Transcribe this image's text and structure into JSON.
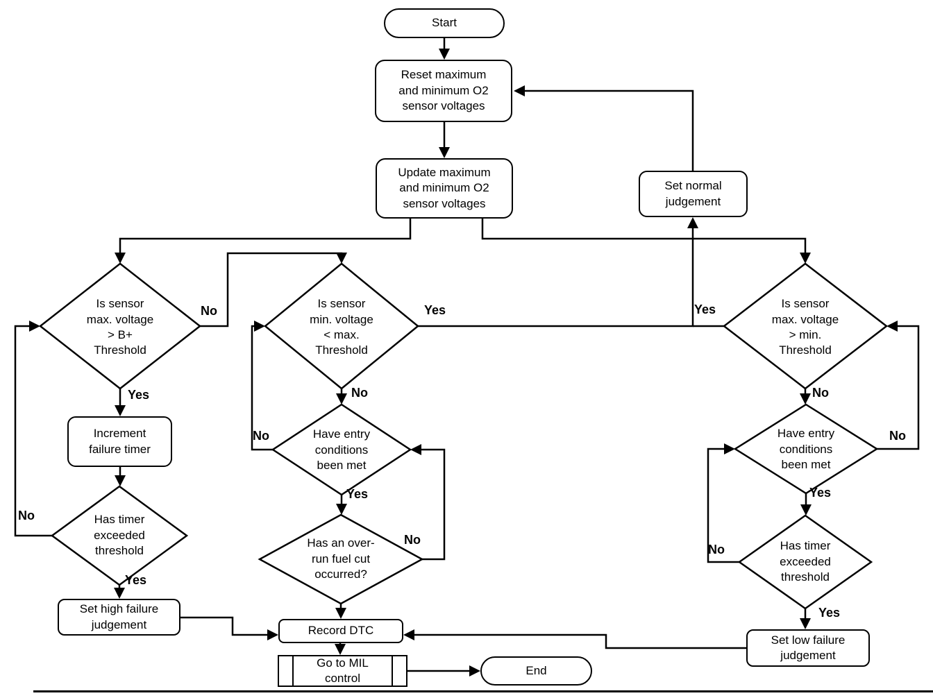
{
  "nodes": {
    "start": "Start",
    "reset": [
      "Reset maximum",
      "and minimum O2",
      "sensor voltages"
    ],
    "update": [
      "Update maximum",
      "and minimum O2",
      "sensor voltages"
    ],
    "set_normal": [
      "Set normal",
      "judgement"
    ],
    "is_max_gt_bplus": [
      "Is sensor",
      "max. voltage",
      "> B+",
      "Threshold"
    ],
    "is_min_lt_max": [
      "Is sensor",
      "min. voltage",
      "< max.",
      "Threshold"
    ],
    "is_max_gt_min": [
      "Is sensor",
      "max. voltage",
      "> min.",
      "Threshold"
    ],
    "increment_timer": [
      "Increment",
      "failure timer"
    ],
    "timer_exceeded_left": [
      "Has timer",
      "exceeded",
      "threshold"
    ],
    "set_high": [
      "Set high failure",
      "judgement"
    ],
    "entry_conditions_mid": [
      "Have entry",
      "conditions",
      "been met"
    ],
    "overrun_fuel_cut": [
      "Has an over-",
      "run fuel cut",
      "occurred?"
    ],
    "record_dtc": "Record DTC",
    "go_mil": [
      "Go to MIL",
      "control"
    ],
    "end": "End",
    "entry_conditions_right": [
      "Have entry",
      "conditions",
      "been met"
    ],
    "timer_exceeded_right": [
      "Has timer",
      "exceeded",
      "threshold"
    ],
    "set_low": [
      "Set low failure",
      "judgement"
    ]
  },
  "edge_labels": {
    "max_b_no": "No",
    "max_b_yes": "Yes",
    "timer_l_no": "No",
    "timer_l_yes": "Yes",
    "min_max_yes": "Yes",
    "min_max_no": "No",
    "entry_m_no": "No",
    "entry_m_yes": "Yes",
    "fuelcut_no": "No",
    "max_min_yes": "Yes",
    "max_min_no": "No",
    "entry_r_no": "No",
    "entry_r_yes": "Yes",
    "timer_r_no": "No",
    "timer_r_yes": "Yes"
  },
  "colors": {
    "line": "#000000",
    "background": "#ffffff"
  }
}
